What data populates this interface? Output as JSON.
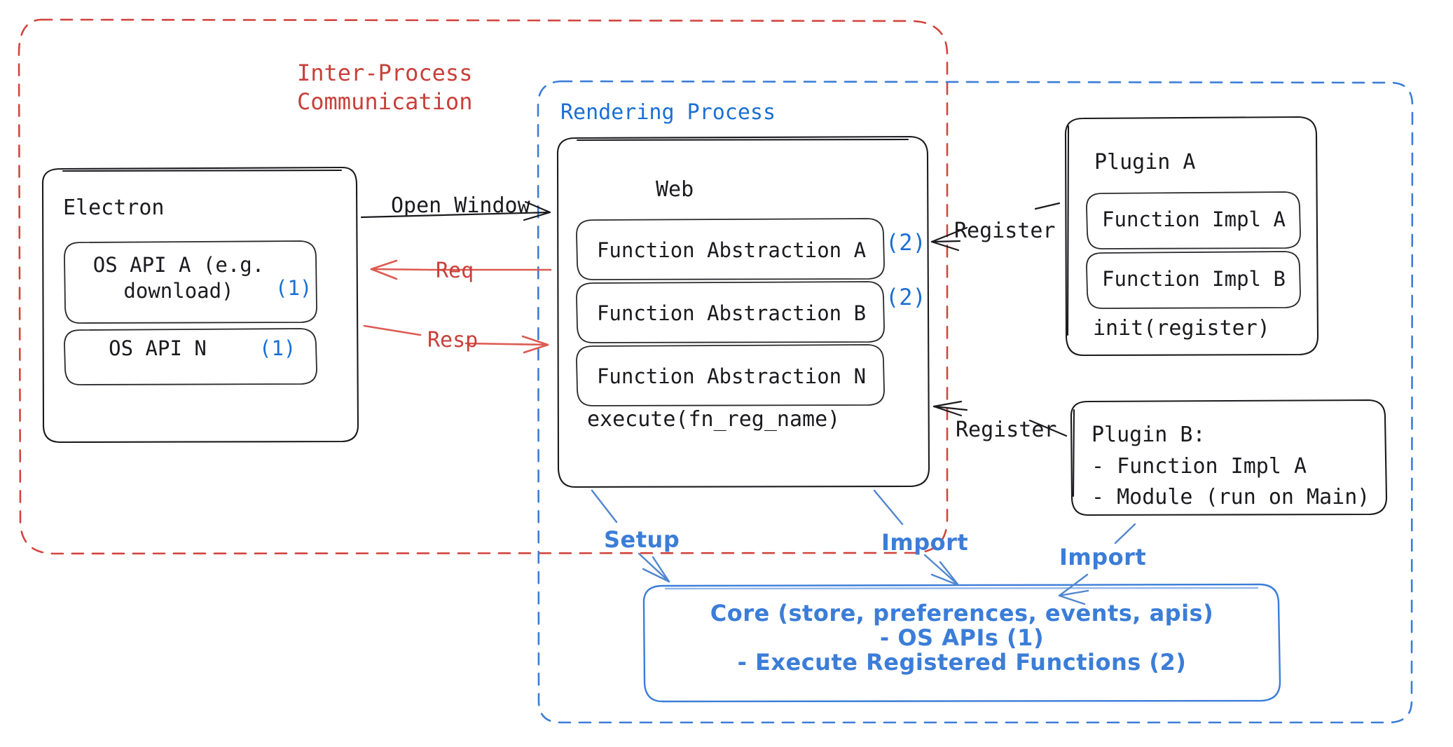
{
  "diagram": {
    "title": "Electron plugin architecture overview",
    "colors": {
      "ipc_red": "#c8403a",
      "render_blue": "#1a6fd4",
      "core_blue": "#3b7dd8",
      "ink": "#1b1b1f",
      "marker_blue": "#1a6fd4"
    },
    "containers": {
      "ipc": {
        "label": "Inter-Process\nCommunication",
        "style": "red-dashed"
      },
      "rendering": {
        "label": "Rendering Process",
        "style": "blue-dashed"
      }
    },
    "electron": {
      "title": "Electron",
      "apis": [
        {
          "label": "OS API A (e.g.\ndownload)",
          "marker": "(1)"
        },
        {
          "label": "OS API N",
          "marker": "(1)"
        }
      ]
    },
    "web": {
      "title": "Web",
      "abstractions": [
        {
          "label": "Function Abstraction A",
          "marker": "(2)"
        },
        {
          "label": "Function Abstraction B",
          "marker": "(2)"
        },
        {
          "label": "Function Abstraction N",
          "marker": ""
        }
      ],
      "method": "execute(fn_reg_name)"
    },
    "plugin_a": {
      "title": "Plugin A",
      "functions": [
        "Function Impl A",
        "Function Impl B"
      ],
      "init": "init(register)"
    },
    "plugin_b": {
      "title": "Plugin B:",
      "items": [
        "- Function Impl A",
        "- Module (run on Main)"
      ]
    },
    "core": {
      "lines": [
        "Core (store, preferences, events, apis)",
        "- OS APIs (1)",
        "- Execute Registered Functions (2)"
      ]
    },
    "edges": {
      "open_window": "Open Window",
      "req": "Req",
      "resp": "Resp",
      "register_a": "Register",
      "register_b": "Register",
      "setup": "Setup",
      "import_web": "Import",
      "import_plugin": "Import"
    }
  }
}
